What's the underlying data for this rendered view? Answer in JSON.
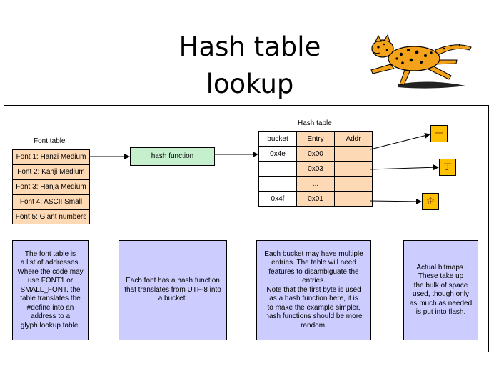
{
  "title": "Hash table lookup",
  "font_table": {
    "label": "Font table",
    "rows": [
      "Font 1: Hanzi Medium",
      "Font 2: Kanji Medium",
      "Font 3: Hanja Medium",
      "Font 4: ASCII Small",
      "Font 5: Giant numbers"
    ]
  },
  "hash_function": "hash function",
  "hash_table": {
    "label": "Hash table",
    "headers": [
      "bucket",
      "Entry",
      "Addr"
    ],
    "rows": [
      [
        "0x4e",
        "0x00",
        ""
      ],
      [
        "",
        "0x03",
        ""
      ],
      [
        "",
        "...",
        ""
      ],
      [
        "0x4f",
        "0x01",
        ""
      ]
    ]
  },
  "bitmaps": [
    "一",
    "丁",
    "企"
  ],
  "notes": [
    "The font table is\na list of addresses.\nWhere the code may\nuse FONT1 or\nSMALL_FONT, the\ntable translates the\n#define into an\naddress to a\nglyph lookup table.",
    "Each font has a hash function\nthat translates from UTF-8 into\na bucket.",
    "Each bucket may have multiple\nentries. The table will need\nfeatures to disambiguate the\nentries.\nNote that the first byte is used\nas a hash function here, it is\nto make the example simpler,\nhash functions should be more\nrandom.",
    "Actual bitmaps.\nThese take up\nthe bulk of space\nused, though only\nas much as needed\nis put into flash."
  ],
  "colors": {
    "font_row": "#fdd9b5",
    "hash_function": "#c6efce",
    "note": "#ccccff",
    "bitmap": "#ffc000"
  },
  "icons": {
    "title_art": "cheetah-icon"
  }
}
